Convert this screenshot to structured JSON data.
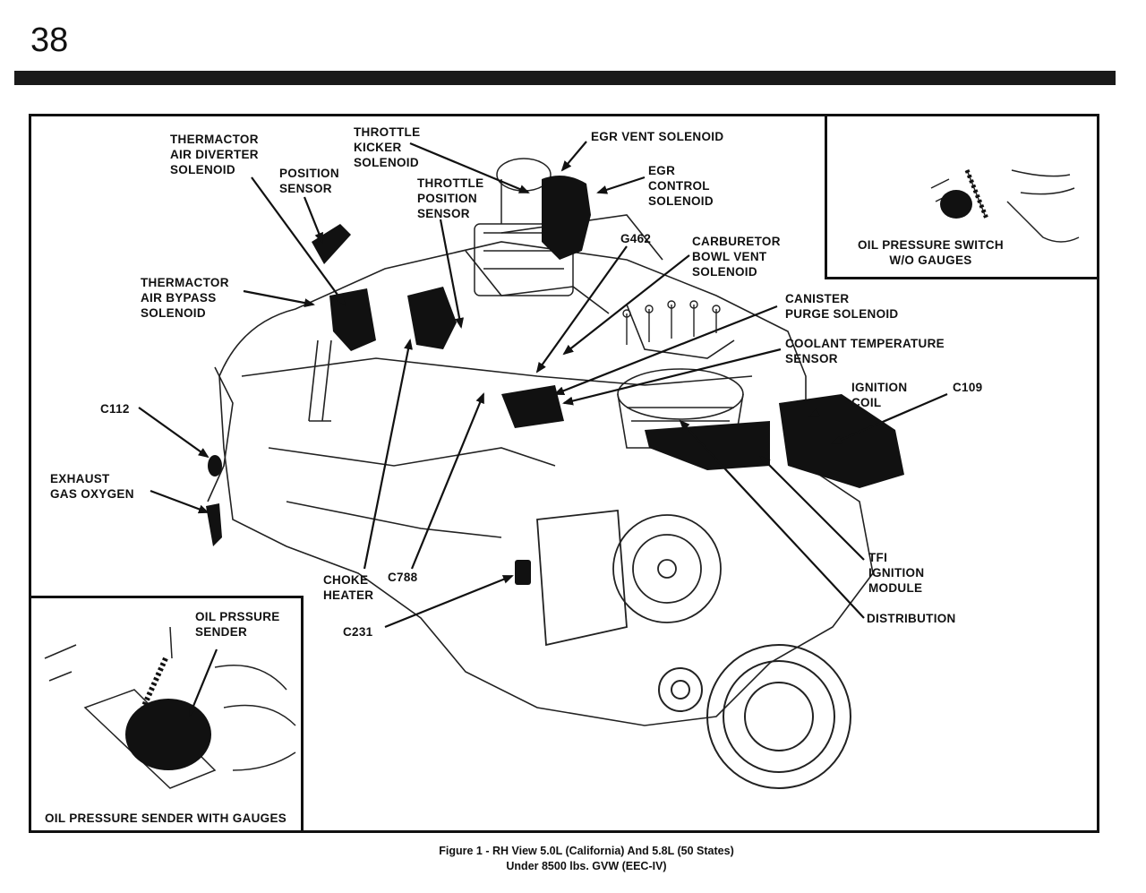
{
  "page_number": "38",
  "labels": {
    "thermactor_air_diverter_solenoid": "THERMACTOR\nAIR DIVERTER\nSOLENOID",
    "position_sensor": "POSITION\nSENSOR",
    "throttle_kicker_solenoid": "THROTTLE\nKICKER\nSOLENOID",
    "throttle_position_sensor": "THROTTLE\nPOSITION\nSENSOR",
    "egr_vent_solenoid": "EGR VENT SOLENOID",
    "egr_control_solenoid": "EGR\nCONTROL\nSOLENOID",
    "g462": "G462",
    "carburetor_bowl_vent_solenoid": "CARBURETOR\nBOWL VENT\nSOLENOID",
    "canister_purge_solenoid": "CANISTER\nPURGE SOLENOID",
    "coolant_temperature_sensor": "COOLANT TEMPERATURE\nSENSOR",
    "ignition_coil": "IGNITION\nCOIL",
    "c109": "C109",
    "thermactor_air_bypass_solenoid": "THERMACTOR\nAIR BYPASS\nSOLENOID",
    "c112": "C112",
    "exhaust_gas_oxygen": "EXHAUST\nGAS OXYGEN",
    "choke_heater": "CHOKE\nHEATER",
    "c788": "C788",
    "c231": "C231",
    "tfi_ignition_module": "TFI\nIGNITION\nMODULE",
    "distribution": "DISTRIBUTION"
  },
  "insets": {
    "oil_pressure_switch": "OIL PRESSURE SWITCH\nW/O GAUGES",
    "oil_pressure_sender_label": "OIL PRSSURE\nSENDER",
    "oil_pressure_sender_caption": "OIL PRESSURE SENDER WITH GAUGES"
  },
  "caption": {
    "line1": "Figure 1 - RH View 5.0L (California) And 5.8L (50 States)",
    "line2": "Under 8500 lbs. GVW (EEC-IV)"
  }
}
